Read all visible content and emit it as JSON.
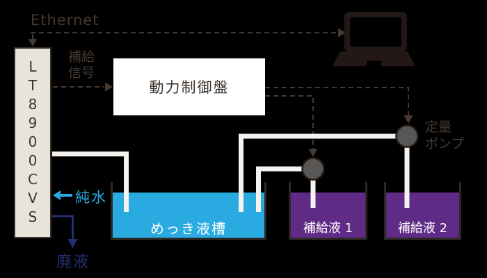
{
  "diagram": {
    "device": {
      "model": "LT8900CVS"
    },
    "labels": {
      "ethernet": "Ethernet",
      "supply_signal": "補給\n信号",
      "control_panel": "動力制御盤",
      "metering_pump": "定量\nポンプ",
      "pure_water": "純水",
      "waste": "廃液"
    },
    "tanks": [
      {
        "label": "めっき液槽",
        "fill": "#29abe2"
      },
      {
        "label": "補給液 1",
        "fill": "#5f2b87"
      },
      {
        "label": "補給液 2",
        "fill": "#5f2b87"
      }
    ],
    "colors": {
      "background": "#000000",
      "signal_line": "#453931",
      "device_body": "#e9e4da",
      "control_panel": "#ffffff",
      "pipe": "#f5f3ef",
      "pump_fill": "#595755",
      "plating_cyan": "#29abe2",
      "replenisher_purple": "#5f2b87",
      "waste_navy": "#242f6e",
      "laptop_dark": "#231815"
    }
  }
}
